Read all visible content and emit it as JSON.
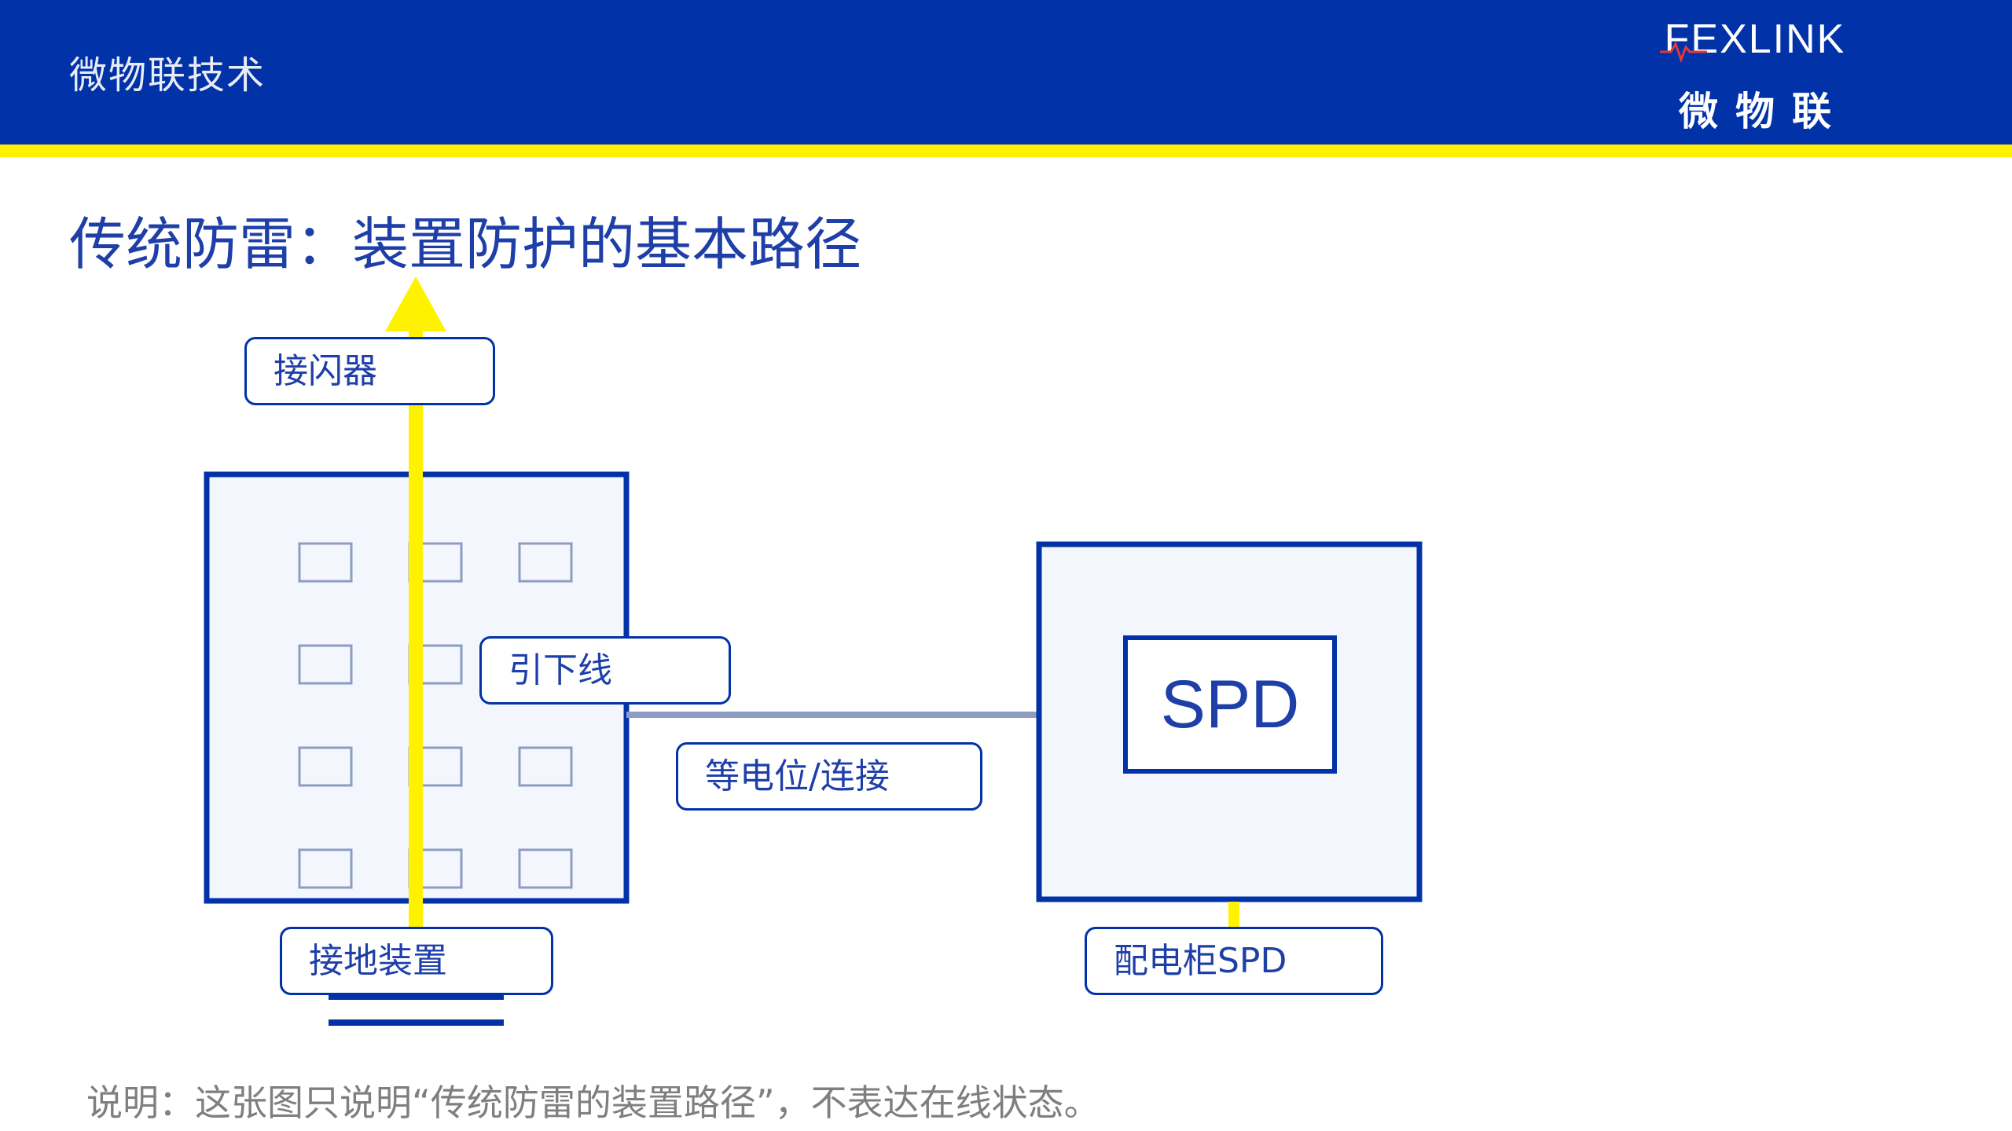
{
  "header": {
    "company": "微物联技术",
    "logo_word": "FEXLINK",
    "logo_cn": "微物联"
  },
  "title": "传统防雷：装置防护的基本路径",
  "diagram": {
    "labels": {
      "air_terminal": "接闪器",
      "down_conductor": "引下线",
      "bonding": "等电位/连接",
      "grounding": "接地装置",
      "cabinet_spd": "配电柜SPD"
    },
    "spd": "SPD"
  },
  "note": "说明：这张图只说明“传统防雷的装置路径”，不表达在线状态。",
  "colors": {
    "header_blue": "#0232A8",
    "accent_yellow": "#FFF200",
    "text_blue": "#1E3FA8",
    "panel_fill": "#F3F6FC",
    "window_stroke": "#8C9DC1",
    "connector_gray": "#8C9DC1",
    "note_gray": "#7F7F7F"
  }
}
